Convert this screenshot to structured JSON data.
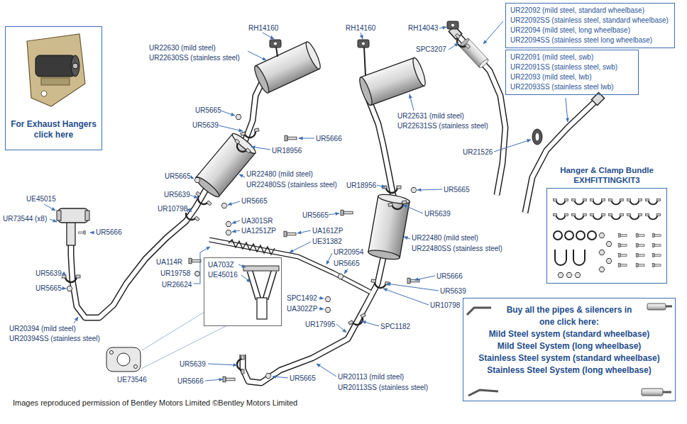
{
  "diagram": {
    "caption": "Images reproduced permission of Bentley Motors Limited ©Bentley Motors Limited",
    "nodes": [
      {
        "text": [
          "For Exhaust Hangers click here"
        ]
      },
      {
        "text": [
          "UR22092 (mild steel, standard wheelbase)",
          "UR22092SS (stainless steel, standard wheelbase)",
          "UR22094 (mild steel, long wheelbase)",
          "UR22094SS (stainless steel long wheelbase)"
        ]
      },
      {
        "text": [
          "UR22091 (mild steel, swb)",
          "UR22091SS (stainless steel, swb)",
          "UR22093 (mild steel, lwb)",
          "UR22093SS (stainless steel lwb)"
        ]
      },
      {
        "text": [
          "Hanger & Clamp Bundle EXHFITTINGKIT3"
        ]
      },
      {
        "text": [
          "UA703Z",
          "UE45016"
        ]
      },
      {
        "text": [
          "Buy all the pipes & silencers in one click here:",
          "Mild Steel system (standard wheelbase)",
          "Mild Steel System (long wheelbase)",
          "Stainless Steel system (standard wheelbase)",
          "Stainless Steel System (long wheelbase)"
        ]
      }
    ],
    "labels": [
      "RH14160",
      "RH14160",
      "UR22630 (mild steel)",
      "UR22630SS (stainless steel)",
      "RH14043",
      "SPC3207",
      "UR22631 (mild steel)",
      "UR22631SS (stainless steel)",
      "UR21526",
      "UR5665",
      "UR5639",
      "UR5666",
      "UR18956",
      "UR22480 (mild steel)",
      "UR22480SS (stainless steel)",
      "UE45015",
      "UR5665",
      "UR5639",
      "UR10798",
      "UR18956",
      "UR5665",
      "UR5665",
      "UR5639",
      "UR5665",
      "UR73544 (x8)",
      "UA301SR",
      "UA1251ZP",
      "UA161ZP",
      "UE31382",
      "UR5666",
      "UR20954",
      "UR5665",
      "UR22480 (mild steel)",
      "UR22480SS (stainless steel)",
      "UA114R",
      "UR19758",
      "UR26624",
      "UR5639",
      "UR5665",
      "UR5666",
      "UR5639",
      "UR10798",
      "SPC1492",
      "UA302ZP",
      "UR17995",
      "SPC1182",
      "UR20394 (mild steel)",
      "UR20394SS (stainless steel)",
      "UR5639",
      "UR5665",
      "UR5666",
      "UE73546",
      "UR20113 (mild steel)",
      "UR20113SS (stainless steel)"
    ]
  }
}
